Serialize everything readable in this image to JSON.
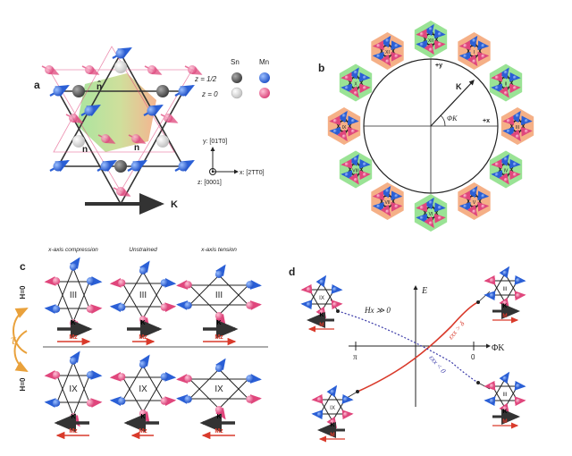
{
  "panels": {
    "a": {
      "label": "a",
      "legend": {
        "col_sn": "Sn",
        "col_mn": "Mn",
        "row_half": "z = 1/2",
        "row_zero": "z = 0"
      },
      "axes": {
        "y": "y: [01T0]",
        "x": "x: [2TT0]",
        "z": "z: [0001]"
      },
      "n_hat": "n̂",
      "n_left": "n",
      "n_right": "n",
      "k_label": "K"
    },
    "b": {
      "label": "b",
      "plus_y": "+y",
      "plus_x": "+x",
      "k_label": "K",
      "phi_label": "ΦK",
      "domains": [
        "I",
        "II",
        "III",
        "IV",
        "V",
        "VI",
        "VII",
        "VIII",
        "IX",
        "X",
        "XI",
        "XII"
      ]
    },
    "c": {
      "label": "c",
      "col_titles": [
        "x-axis compression",
        "Unstrained",
        "x-axis tension"
      ],
      "h_top": "H=0",
      "h_bottom": "H=0",
      "tau": "τ",
      "row_top": "III",
      "row_bottom": "IX",
      "k_label": "K",
      "m_label": "Mz"
    },
    "d": {
      "label": "d",
      "e_axis": "E",
      "phi_axis": "ΦK",
      "tick_pi": "π",
      "tick_zero": "0",
      "blue_label": "Hx ≫ 0",
      "red_label": "εxx > δ",
      "blue2_label": "εxx < 0",
      "domains": [
        "IX",
        "III",
        "IX",
        "III"
      ],
      "k_label": "K",
      "m_label": "M"
    }
  },
  "colors": {
    "mn_blue": "#2a5fd6",
    "mn_pink": "#e0467c",
    "sn_dark": "#555555",
    "sn_light": "#cccccc",
    "red": "#d93a2b",
    "blue": "#3a3aa8",
    "orange": "#e9a13b",
    "green": "#8fe08a",
    "peach": "#f4a77a"
  }
}
